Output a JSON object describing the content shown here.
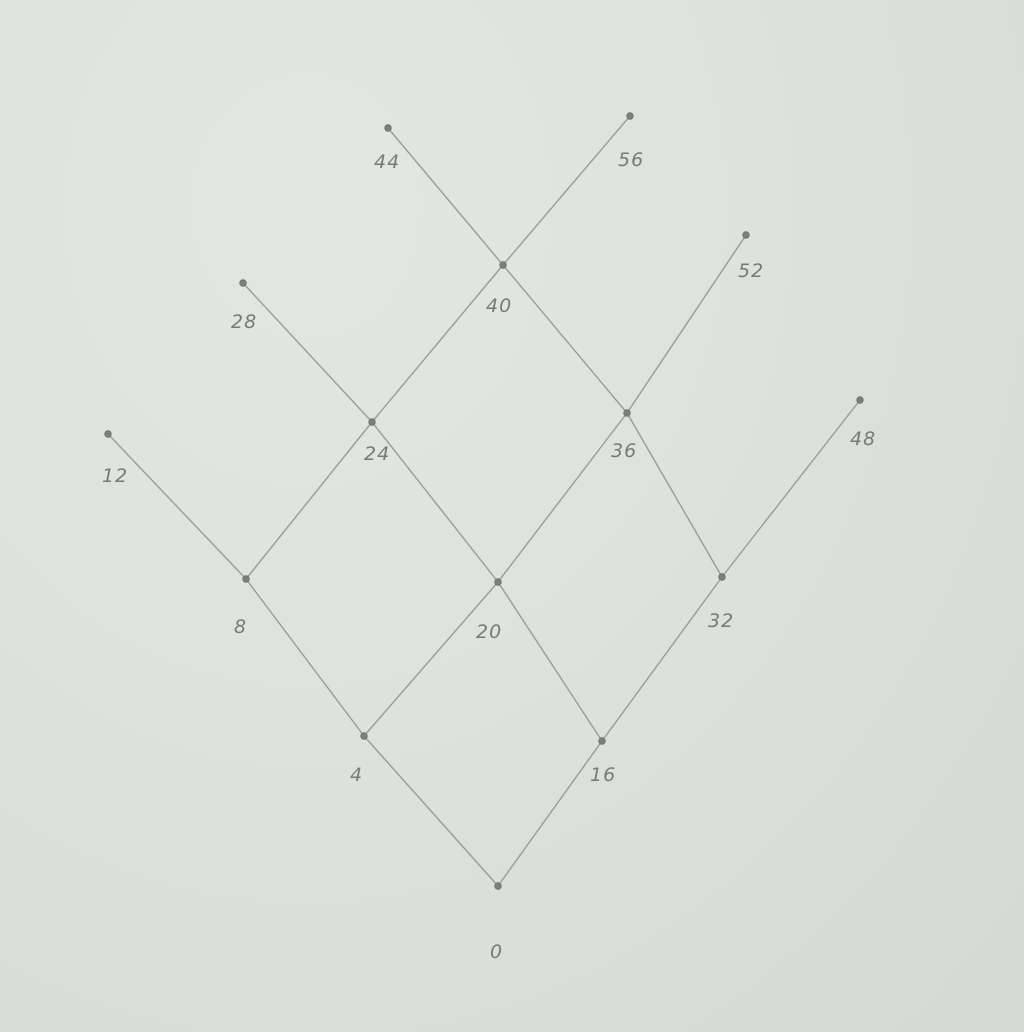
{
  "diagram": {
    "type": "lattice",
    "style": "pencil-sketch",
    "colors": {
      "paper": "#dcdedb",
      "pencil": "#8d8f8c"
    },
    "nodes": [
      {
        "id": "n0",
        "label": "0"
      },
      {
        "id": "n4",
        "label": "4"
      },
      {
        "id": "n16",
        "label": "16"
      },
      {
        "id": "n8",
        "label": "8"
      },
      {
        "id": "n20",
        "label": "20"
      },
      {
        "id": "n32",
        "label": "32"
      },
      {
        "id": "n12",
        "label": "12"
      },
      {
        "id": "n24",
        "label": "24"
      },
      {
        "id": "n36",
        "label": "36"
      },
      {
        "id": "n48",
        "label": "48"
      },
      {
        "id": "n28",
        "label": "28"
      },
      {
        "id": "n40",
        "label": "40"
      },
      {
        "id": "n52",
        "label": "52"
      },
      {
        "id": "n44",
        "label": "44"
      },
      {
        "id": "n56",
        "label": "56"
      }
    ],
    "edges": [
      [
        "n0",
        "n4"
      ],
      [
        "n0",
        "n16"
      ],
      [
        "n4",
        "n8"
      ],
      [
        "n4",
        "n20"
      ],
      [
        "n16",
        "n20"
      ],
      [
        "n16",
        "n32"
      ],
      [
        "n8",
        "n12"
      ],
      [
        "n8",
        "n24"
      ],
      [
        "n20",
        "n24"
      ],
      [
        "n20",
        "n36"
      ],
      [
        "n32",
        "n36"
      ],
      [
        "n32",
        "n48"
      ],
      [
        "n24",
        "n28"
      ],
      [
        "n24",
        "n40"
      ],
      [
        "n36",
        "n40"
      ],
      [
        "n36",
        "n52"
      ],
      [
        "n40",
        "n44"
      ],
      [
        "n40",
        "n56"
      ]
    ]
  }
}
